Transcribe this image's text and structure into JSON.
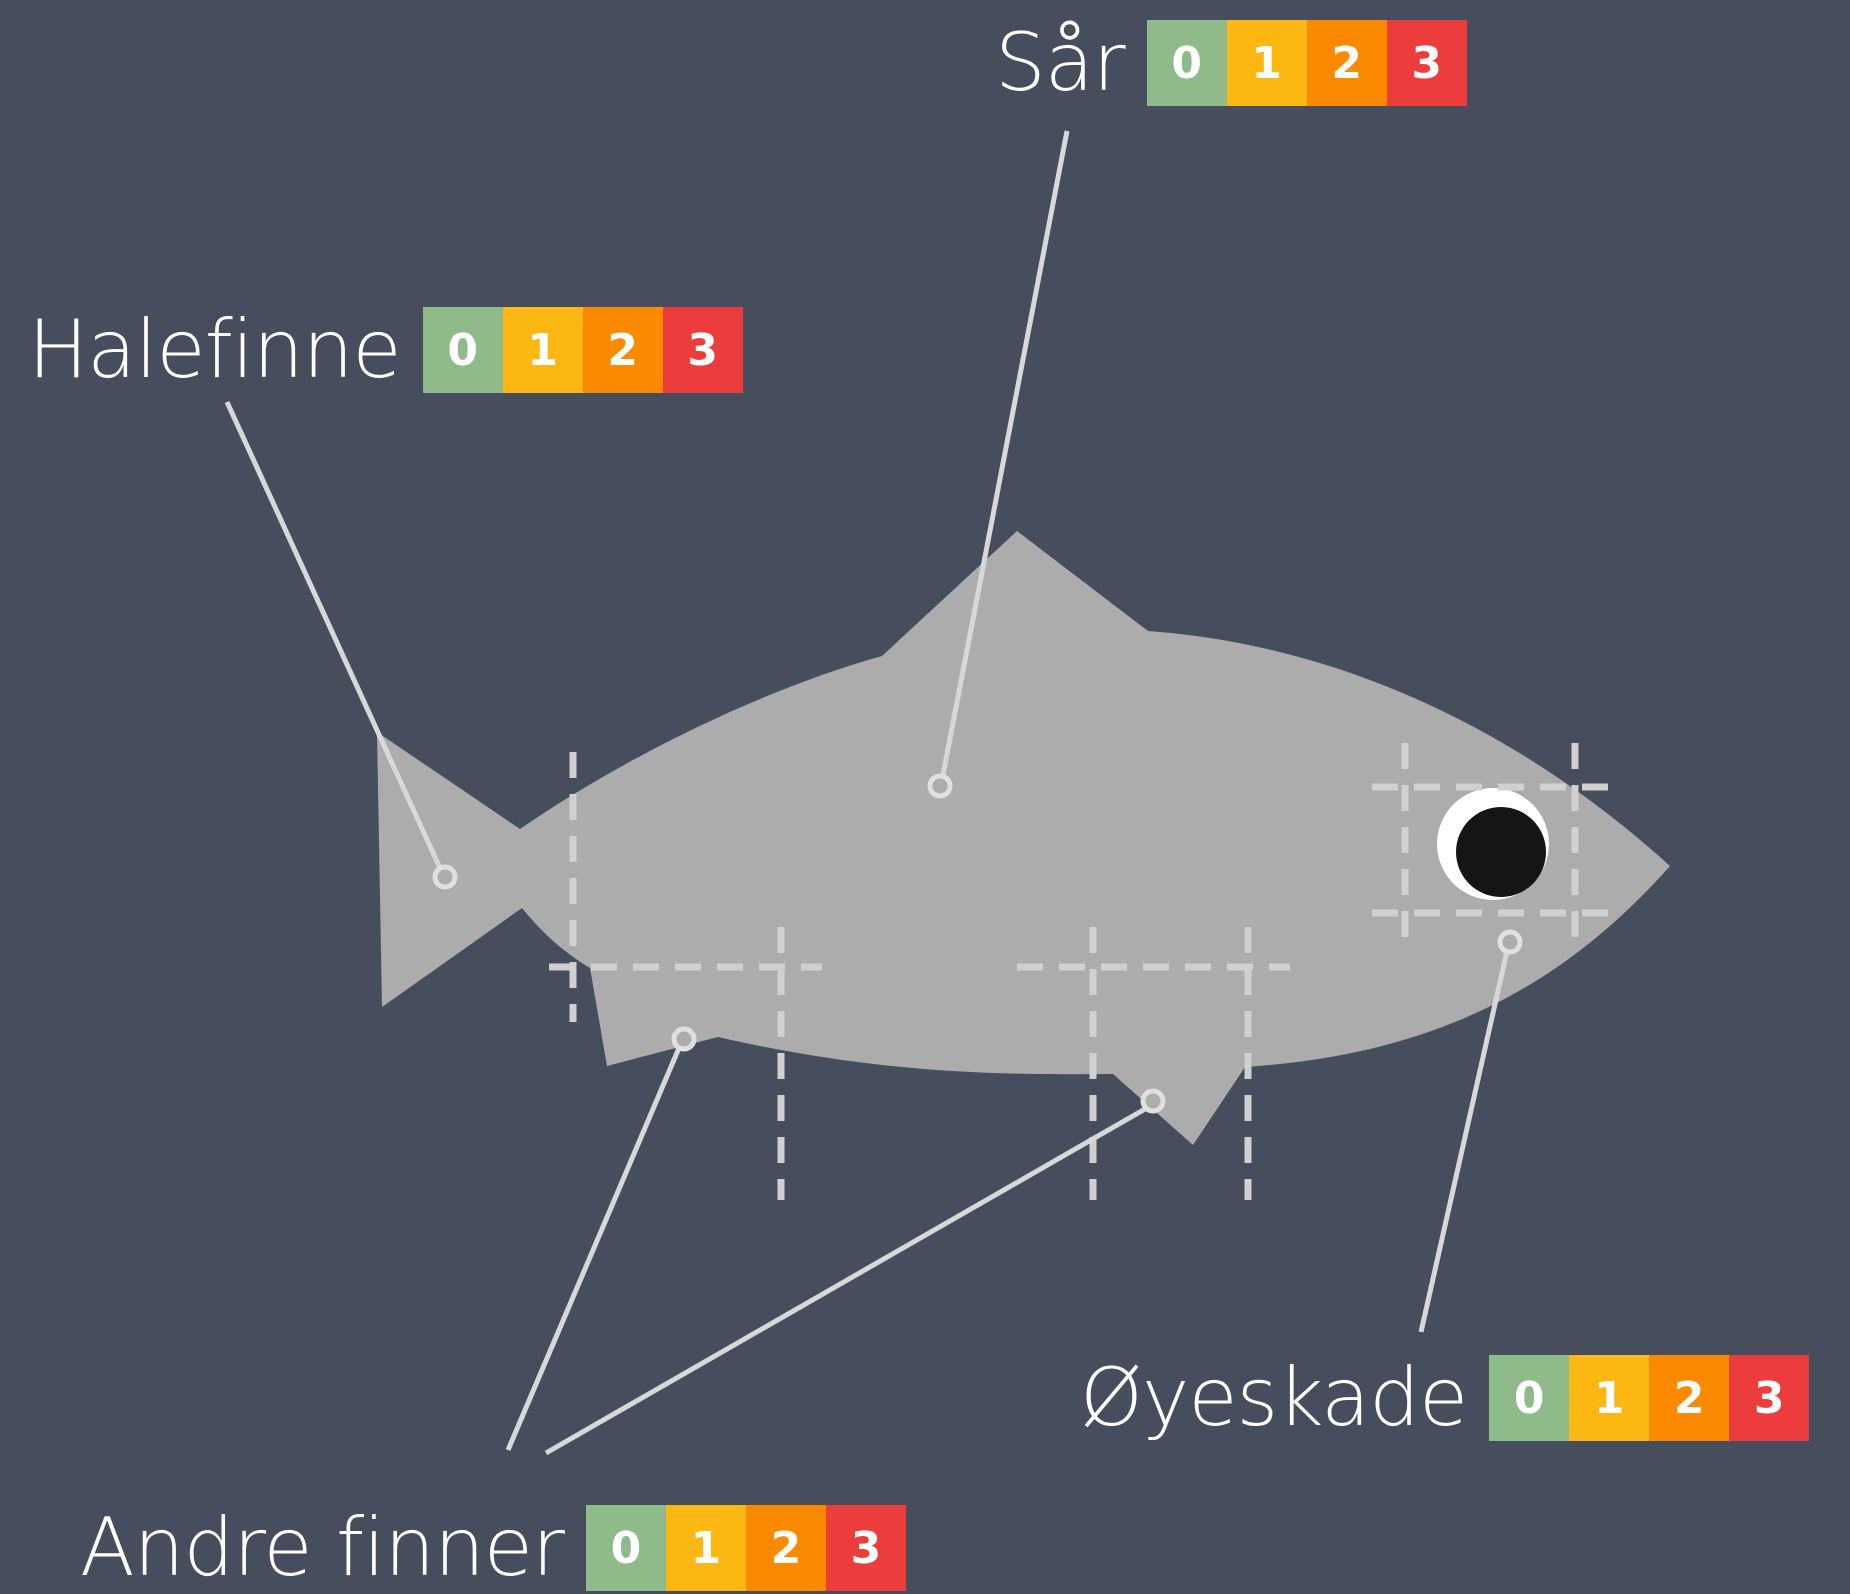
{
  "colors": {
    "background": "#464d5c",
    "fish_body": "#acacac",
    "leader_line": "#d8d8d8",
    "guide_dash": "#d0d0d0",
    "eye_white": "#ffffff",
    "eye_pupil": "#151515",
    "score_0": "#8fbb8a",
    "score_1": "#fcb712",
    "score_2": "#fb8a00",
    "score_3": "#ec3c3c"
  },
  "callouts": {
    "sar": {
      "label": "Sår",
      "scores": [
        "0",
        "1",
        "2",
        "3"
      ]
    },
    "halefinne": {
      "label": "Halefinne",
      "scores": [
        "0",
        "1",
        "2",
        "3"
      ]
    },
    "oyeskade": {
      "label": "Øyeskade",
      "scores": [
        "0",
        "1",
        "2",
        "3"
      ]
    },
    "andre_finner": {
      "label": "Andre finner",
      "scores": [
        "0",
        "1",
        "2",
        "3"
      ]
    }
  }
}
